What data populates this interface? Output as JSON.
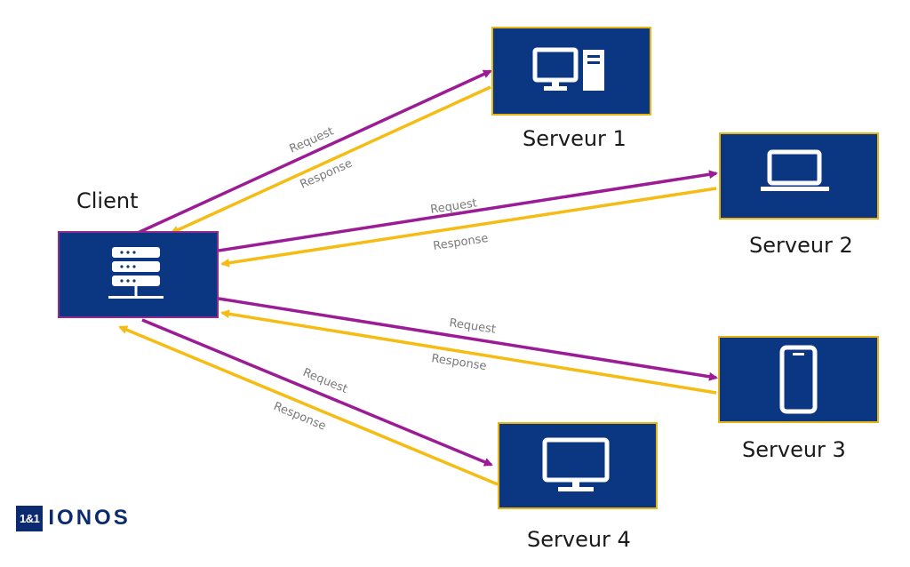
{
  "client": {
    "label": "Client",
    "icon": "server-rack-icon"
  },
  "servers": [
    {
      "label": "Serveur 1",
      "icon": "desktop-tower-icon"
    },
    {
      "label": "Serveur 2",
      "icon": "laptop-icon"
    },
    {
      "label": "Serveur 3",
      "icon": "smartphone-icon"
    },
    {
      "label": "Serveur 4",
      "icon": "monitor-icon"
    }
  ],
  "connections": [
    {
      "request_label": "Request",
      "response_label": "Response"
    },
    {
      "request_label": "Request",
      "response_label": "Response"
    },
    {
      "request_label": "Request",
      "response_label": "Response"
    },
    {
      "request_label": "Request",
      "response_label": "Response"
    }
  ],
  "logo": {
    "badge": "1&1",
    "text": "IONOS"
  },
  "colors": {
    "box_fill": "#0a3682",
    "client_border": "#8e2b8c",
    "server_border": "#e8b516",
    "request_arrow": "#9b1c94",
    "response_arrow": "#f5bc13",
    "arrow_label": "#7a7a7a"
  }
}
